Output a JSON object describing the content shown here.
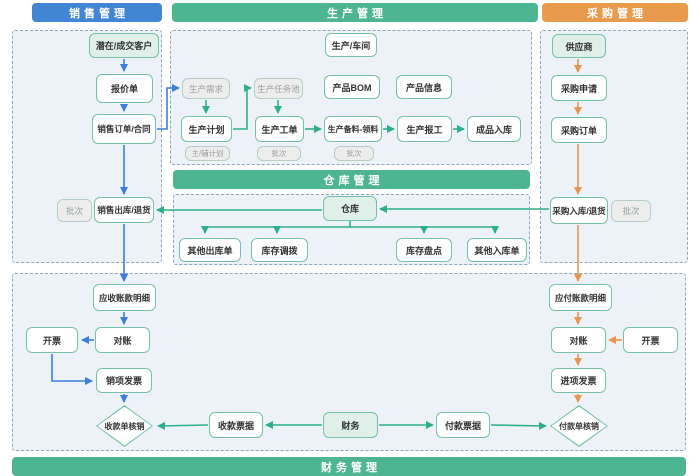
{
  "headers": {
    "sales": "销售管理",
    "production": "生产管理",
    "purchase": "采购管理",
    "warehouse": "仓库管理",
    "finance": "财务管理"
  },
  "colors": {
    "sales_header": "#4285d5",
    "production_header": "#4eb593",
    "purchase_header": "#e89a4d",
    "warehouse_header": "#4eb593",
    "finance_header": "#4eb593",
    "arrow_blue": "#3d7edb",
    "arrow_green": "#2fae8c",
    "arrow_orange": "#e8964f",
    "node_border": "#74c0a8",
    "node_mint_bg": "#dff0e9",
    "node_gray_bg": "#ededed",
    "container_bg": "#edf2f9",
    "container_border": "#92a8b6"
  },
  "nodes": {
    "potential_customer": "潜在/成交客户",
    "quotation": "报价单",
    "sales_order": "销售订单/合同",
    "batch": "批次",
    "sales_outbound": "销售出库/退货",
    "ar_detail": "应收账款明细",
    "reconcile": "对账",
    "invoicing": "开票",
    "output_invoice": "销项发票",
    "receipt_writeoff": "收款单核销",
    "receipt_bill": "收款票据",
    "finance": "财务",
    "payment_bill": "付款票据",
    "payment_writeoff": "付款单核销",
    "workshop": "生产/车间",
    "production_demand": "生产需求",
    "production_task_pool": "生产任务池",
    "product_bom": "产品BOM",
    "product_info": "产品信息",
    "production_plan": "生产计划",
    "main_aux_plan": "主/辅计划",
    "production_workorder": "生产工单",
    "material_prep": "生产备料-领料",
    "production_report": "生产报工",
    "finished_inbound": "成品入库",
    "warehouse": "仓库",
    "other_outbound": "其他出库单",
    "inventory_transfer": "库存调拨",
    "inventory_count": "库存盘点",
    "other_inbound": "其他入库单",
    "supplier": "供应商",
    "purchase_request": "采购申请",
    "purchase_order": "采购订单",
    "purchase_inbound": "采购入库/退货",
    "ap_detail": "应付账款明细",
    "input_invoice": "进项发票"
  }
}
